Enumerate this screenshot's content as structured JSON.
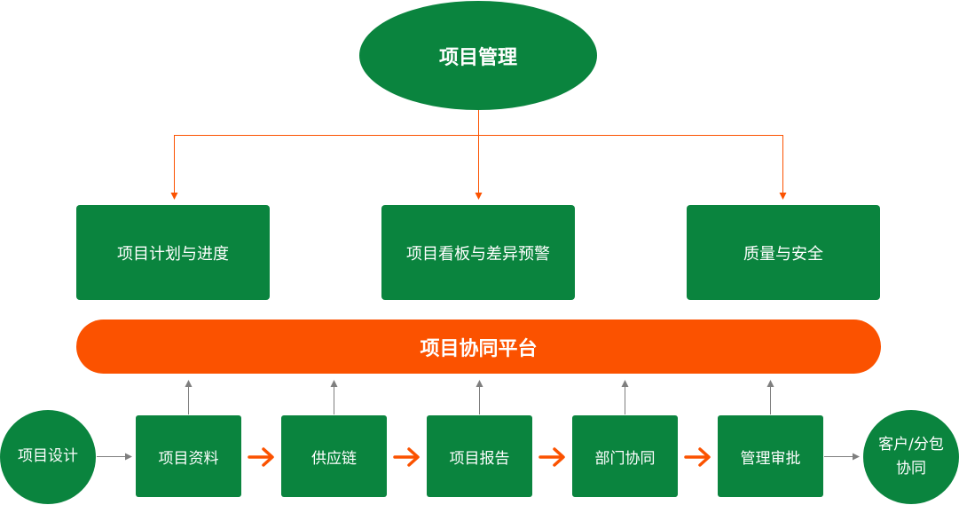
{
  "top": {
    "title": "项目管理"
  },
  "modules": [
    {
      "label": "项目计划与进度"
    },
    {
      "label": "项目看板与差异预警"
    },
    {
      "label": "质量与安全"
    }
  ],
  "platform": {
    "label": "项目协同平台"
  },
  "flow": {
    "start": "项目设计",
    "steps": [
      {
        "label": "项目资料"
      },
      {
        "label": "供应链"
      },
      {
        "label": "项目报告"
      },
      {
        "label": "部门协同"
      },
      {
        "label": "管理审批"
      }
    ],
    "end": "客户/分包协同"
  },
  "colors": {
    "green": "#0a843e",
    "orange": "#fb5200",
    "gray_arrow": "#7f7f7f"
  }
}
